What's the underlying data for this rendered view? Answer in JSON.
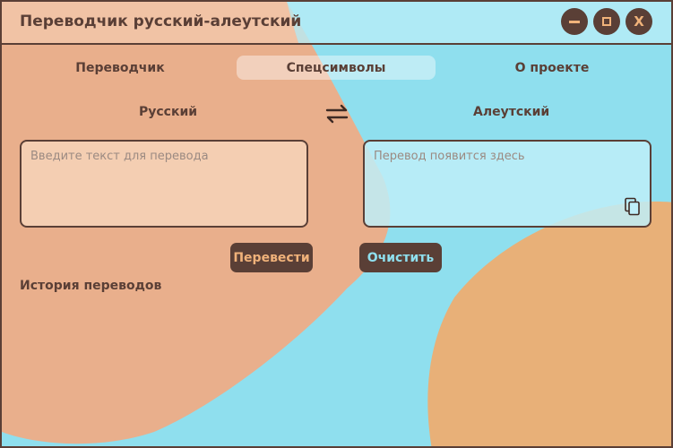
{
  "window": {
    "title": "Переводчик русский-алеутский"
  },
  "controls": [
    {
      "name": "minimize",
      "glyph": "−"
    },
    {
      "name": "maximize",
      "glyph": "▣"
    },
    {
      "name": "close",
      "glyph": "X"
    }
  ],
  "tabs": [
    {
      "label": "Переводчик",
      "active": false
    },
    {
      "label": "Спецсимволы",
      "active": true
    },
    {
      "label": "О проекте",
      "active": false
    }
  ],
  "languages": {
    "source": "Русский",
    "target": "Алеутский"
  },
  "input": {
    "placeholder": "Введите текст для перевода",
    "value": ""
  },
  "output": {
    "placeholder": "Перевод появится здесь",
    "value": ""
  },
  "buttons": {
    "translate": "Перевести",
    "clear": "Очистить"
  },
  "history": {
    "title": "История переводов",
    "items": []
  },
  "icons": {
    "swap": "swap-arrows-icon",
    "copy": "copy-icon"
  },
  "colors": {
    "background": "#8fdfee",
    "peach": "#e9af8c",
    "orange": "#e8b078",
    "brown": "#5a3f36",
    "translate_text": "#f0b27a",
    "clear_text": "#8fdfee"
  }
}
